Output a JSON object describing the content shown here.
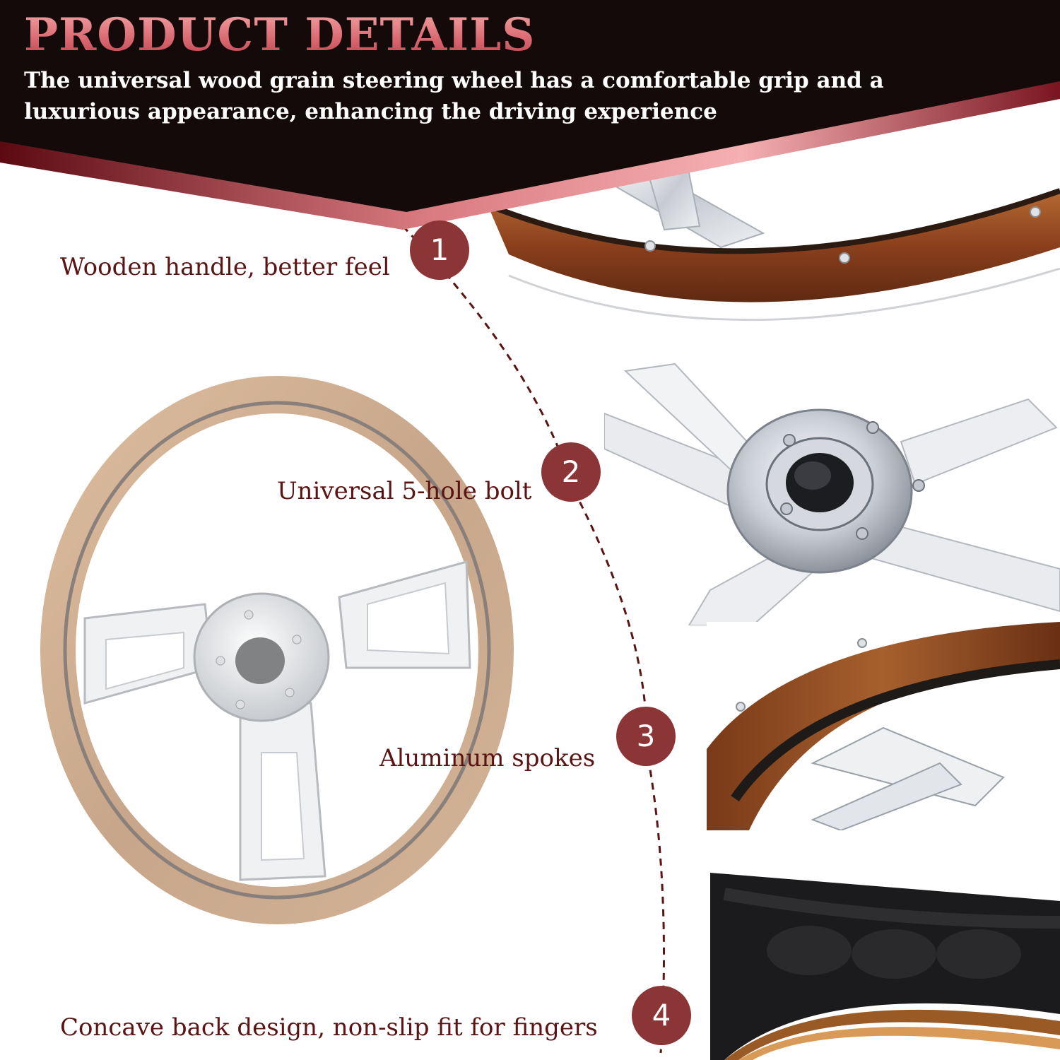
{
  "header": {
    "title": "PRODUCT DETAILS",
    "subtitle": "The universal wood grain steering wheel has a comfortable grip and a luxurious appearance, enhancing the driving experience"
  },
  "features": [
    {
      "number": "1",
      "label": "Wooden handle, better feel"
    },
    {
      "number": "2",
      "label": "Universal 5-hole bolt"
    },
    {
      "number": "3",
      "label": "Aluminum spokes"
    },
    {
      "number": "4",
      "label": "Concave back design, non-slip fit for fingers"
    }
  ],
  "colors": {
    "banner": "#140a0a",
    "accent_pink": "#e58a8f",
    "badge": "#8b3536",
    "label_text": "#5a1414",
    "wood": "#8a4a22",
    "chrome": "#d6d8dc"
  }
}
